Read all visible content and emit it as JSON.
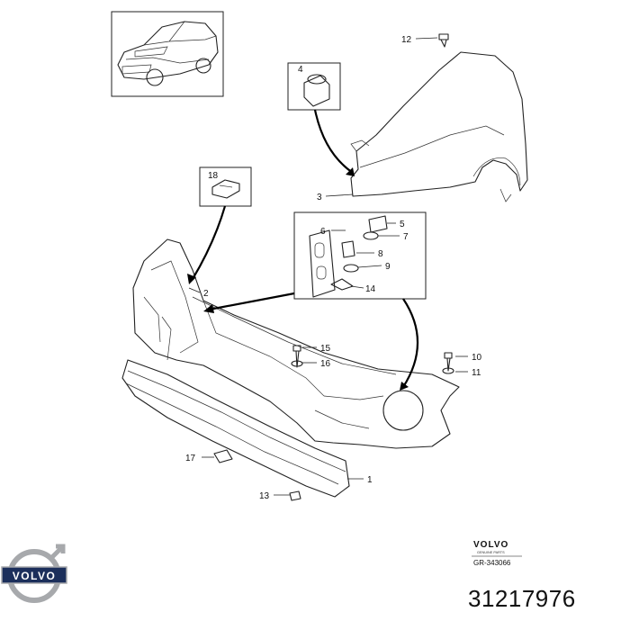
{
  "callouts": {
    "c1": "1",
    "c2": "2",
    "c3": "3",
    "c4": "4",
    "c5": "5",
    "c6": "6",
    "c7": "7",
    "c8": "8",
    "c9": "9",
    "c10": "10",
    "c11": "11",
    "c12": "12",
    "c13": "13",
    "c14": "14",
    "c15": "15",
    "c16": "16",
    "c17": "17",
    "c18": "18"
  },
  "brand_stamp": {
    "wordmark": "VOLVO",
    "subline": "GENUINE PARTS",
    "diagram_code": "GR-343066"
  },
  "logo": {
    "wordmark": "VOLVO"
  },
  "part_number": "31217976",
  "colors": {
    "line": "#222222",
    "logo_blue": "#1c2f5b",
    "logo_silver": "#a7a9ac"
  }
}
